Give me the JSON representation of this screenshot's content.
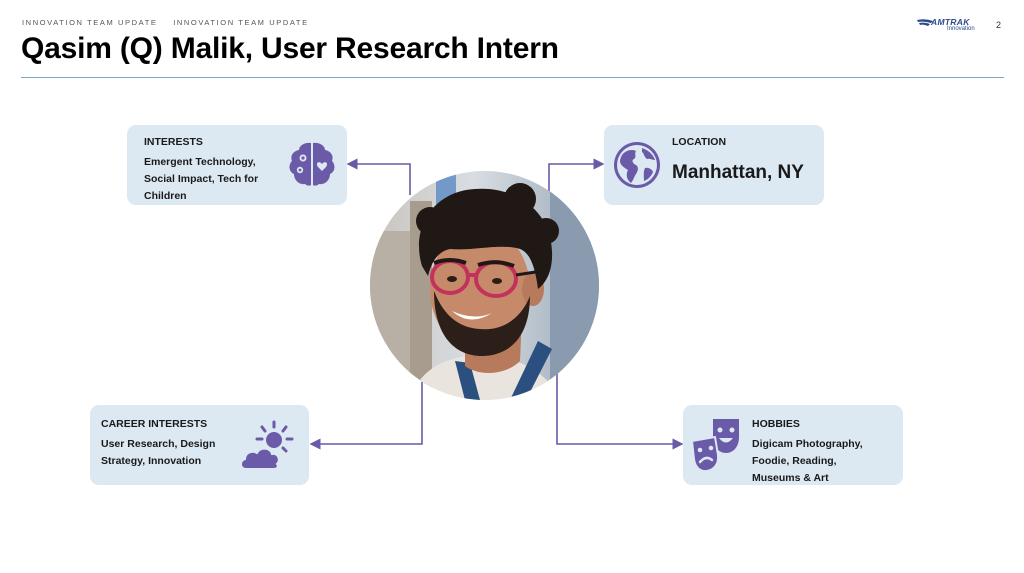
{
  "header": {
    "kicker": [
      "INNOVATION TEAM UPDATE",
      "INNOVATION TEAM UPDATE"
    ],
    "title": "Qasim (Q) Malik, User Research Intern",
    "logo_brand": "AMTRAK",
    "logo_sub": "Innovation",
    "page_number": "2"
  },
  "cards": {
    "interests": {
      "heading": "INTERESTS",
      "lines": [
        "Emergent Technology,",
        "Social Impact, Tech for",
        "Children"
      ],
      "icon": "brain-icon"
    },
    "location": {
      "heading": "LOCATION",
      "value": "Manhattan, NY",
      "icon": "globe-icon"
    },
    "career": {
      "heading": "CAREER INTERESTS",
      "lines": [
        "User Research, Design",
        "Strategy, Innovation"
      ],
      "icon": "partly-sunny-icon"
    },
    "hobbies": {
      "heading": "HOBBIES",
      "lines": [
        "Digicam Photography,",
        "Foodie, Reading,",
        "Museums & Art"
      ],
      "icon": "theater-masks-icon"
    }
  },
  "colors": {
    "accent": "#6a5aa8",
    "card_bg": "#dce8f2",
    "rule": "#7da7c6",
    "logo": "#2a4b8d"
  }
}
